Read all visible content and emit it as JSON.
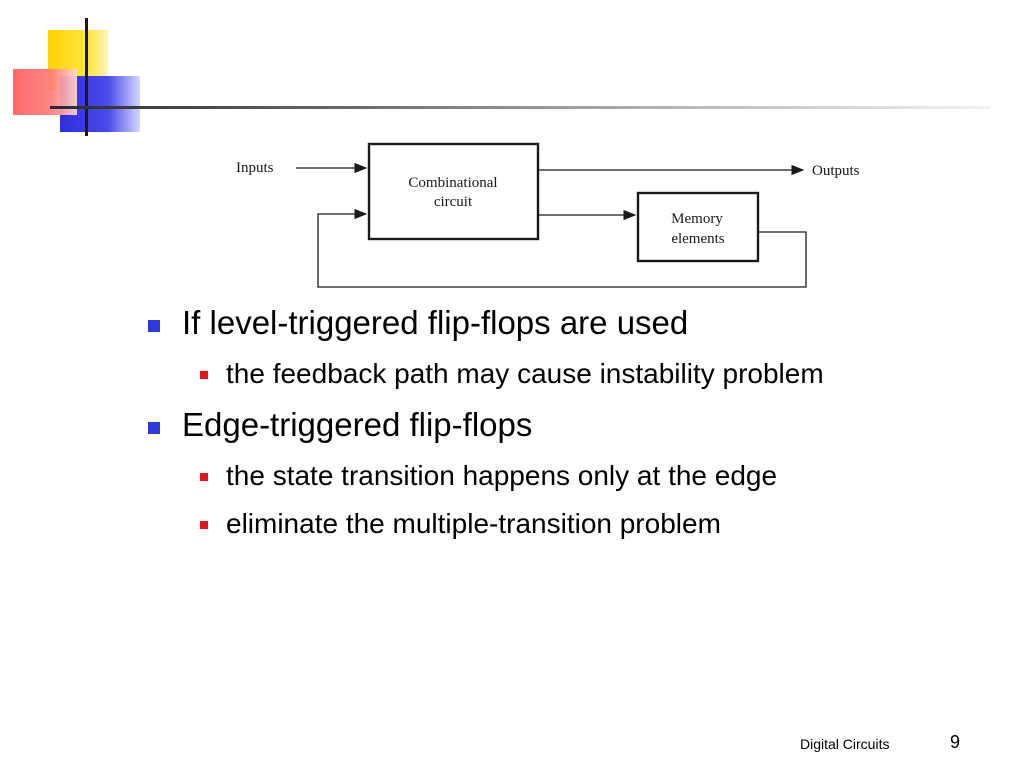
{
  "diagram": {
    "inputs_label": "Inputs",
    "outputs_label": "Outputs",
    "combinational_line1": "Combinational",
    "combinational_line2": "circuit",
    "memory_line1": "Memory",
    "memory_line2": "elements"
  },
  "bullets": [
    {
      "level": 1,
      "text": "If level-triggered flip-flops are used"
    },
    {
      "level": 2,
      "text": "the feedback path may cause instability problem"
    },
    {
      "level": 1,
      "text": "Edge-triggered flip-flops"
    },
    {
      "level": 2,
      "text": "the state transition happens only at the edge"
    },
    {
      "level": 2,
      "text": "eliminate the multiple-transition problem"
    }
  ],
  "footer": {
    "label": "Digital Circuits",
    "page_number": "9"
  },
  "colors": {
    "bullet_level1": "#2e3bd6",
    "bullet_level2": "#e8141b"
  }
}
